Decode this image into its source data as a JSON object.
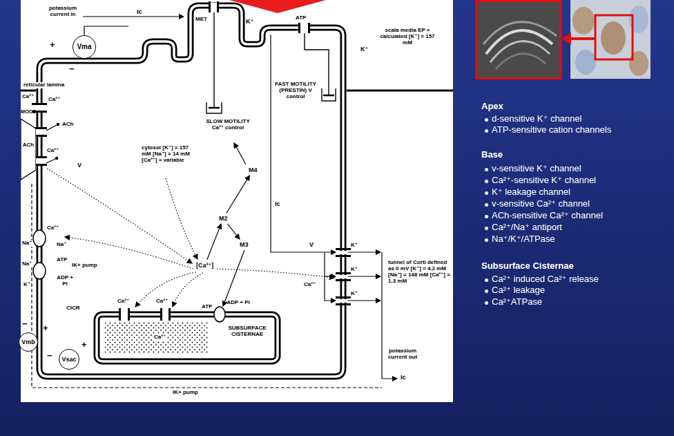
{
  "diagram": {
    "nodes": [
      {
        "text": [
          "Vma"
        ]
      },
      {
        "text": [
          "MOCS",
          "ACh"
        ]
      },
      {
        "text": [
          "cytosol [K⁺] = 157 mM [Na⁺] = 14 mM [Ca²⁺] = variable"
        ]
      },
      {
        "text": [
          "M4"
        ],
        "in": 2
      },
      {
        "text": [
          "M2"
        ],
        "in": 2
      },
      {
        "text": [
          "M3"
        ],
        "in": 2
      },
      {
        "text": [
          "[Ca²⁺]"
        ],
        "in": 2
      },
      {
        "text": [
          "SUBSURFACE CISTERNAE"
        ],
        "in": 2
      },
      {
        "text": [
          "Vmb"
        ]
      },
      {
        "text": [
          "Vsac"
        ],
        "in": 2
      }
    ],
    "edges": [
      {
        "from": 6,
        "to": 4,
        "arrow": "to"
      },
      {
        "from": 4,
        "to": 3,
        "arrow": "to"
      },
      {
        "from": 4,
        "to": 5,
        "arrow": "to"
      }
    ],
    "labels": [
      "potassium current in",
      "Ic",
      "K⁺",
      "MET",
      "scala media EP = calculated [K⁺] = 157 mM",
      "K⁺",
      "ATP",
      "reticular lamina",
      "+",
      "−",
      "SLOW MOTILITY Ca²⁺ control",
      "FAST MOTILITY (PRESTIN) V control",
      "Ca²⁺",
      "Ca²⁺",
      "ACh",
      "Ca²⁺",
      "V",
      "Ic",
      "Ca²⁺",
      "Na⁺",
      "Na⁺",
      "ATP",
      "Na⁺",
      "K⁺",
      "ADP + Pi",
      "IK+ pump",
      "CICR",
      "Ca²⁺",
      "Ca²⁺",
      "ATP",
      "ADP + Pi",
      "Ca²⁺",
      "V",
      "K⁺",
      "Ca²⁺",
      "K⁺",
      "K⁺",
      "tunnel of Corti defined as 0 mV [K⁺] = 4.2 mM [Na⁺] = 148 mM [Ca²⁺] = 1.3 mM",
      "potassium current out",
      "Ic",
      "IK+ pump",
      "+",
      "−",
      "+",
      "−",
      "Apex",
      "d-sensitive K⁺ channel",
      "ATP-sensitive cation channels",
      "Base",
      "v-sensitive K⁺ channel",
      "Ca²⁺-sensitive K⁺ channel",
      "K⁺ leakage channel",
      "v-sensitive Ca²⁺ channel",
      "ACh-sensitive Ca²⁺ channel",
      "Ca²⁺/Na⁺ antiport",
      "Na⁺/K⁺/ATPase",
      "Subsurface Cisternae",
      "Ca²⁺ induced Ca²⁺ release",
      "Ca²⁺ leakage",
      "Ca²⁺ATPase"
    ]
  }
}
